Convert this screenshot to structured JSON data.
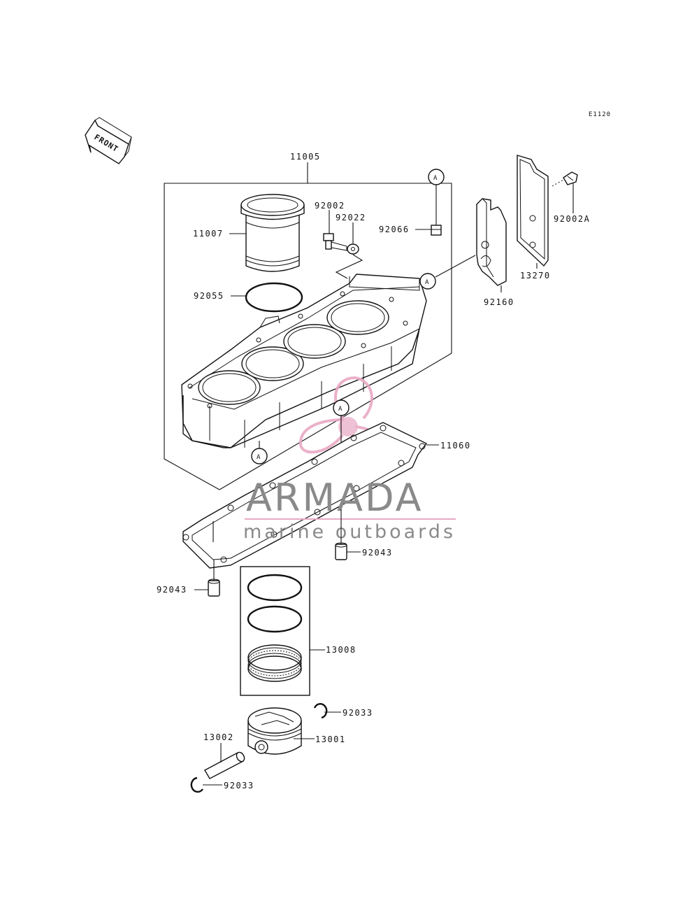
{
  "diagram_code": "E1120",
  "front_marker": "FRONT",
  "ref_marker": "A",
  "parts": {
    "assy": "11005",
    "sleeve": "11007",
    "bolt": "92002",
    "washer": "92022",
    "cap": "92066",
    "oring": "92055",
    "bracket": "92160",
    "plate": "13270",
    "plate_bolt": "92002A",
    "gasket": "11060",
    "dowel_right": "92043",
    "dowel_left": "92043",
    "ring_set": "13008",
    "piston": "13001",
    "pin": "13002",
    "clip_right": "92033",
    "clip_left": "92033"
  },
  "watermark": {
    "brand": "ARMADA",
    "tagline": "marine outboards",
    "accent_color": "#e9a9c4",
    "text_color": "#8a8a8a"
  }
}
